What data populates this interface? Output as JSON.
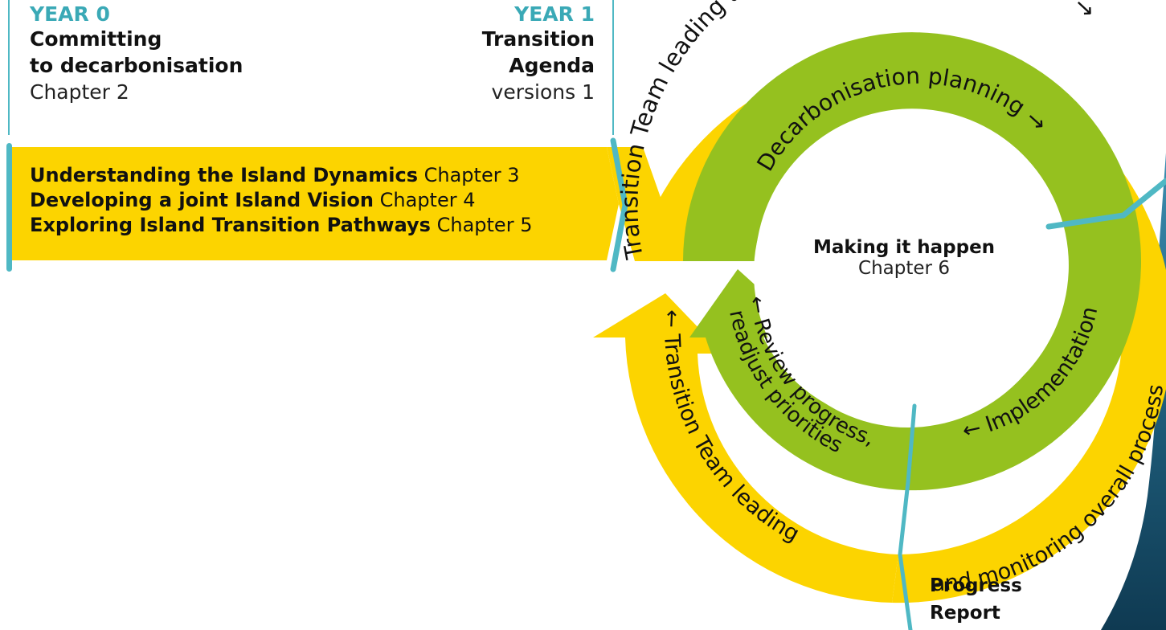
{
  "milestones": {
    "year0": {
      "year": "YEAR 0",
      "title_line1": "Committing",
      "title_line2": "to decarbonisation",
      "chapter": "Chapter 2"
    },
    "year1": {
      "year": "YEAR 1",
      "title_line1": "Transition",
      "title_line2": "Agenda",
      "chapter": "versions 1"
    }
  },
  "banner": {
    "items": [
      {
        "bold": "Understanding the Island Dynamics",
        "chapter": "Chapter 3"
      },
      {
        "bold": "Developing a joint Island Vision",
        "chapter": "Chapter 4"
      },
      {
        "bold": "Exploring Island Transition Pathways",
        "chapter": "Chapter 5"
      }
    ]
  },
  "cycle": {
    "center_title": "Making it happen",
    "center_chapter": "Chapter 6",
    "outer_top_label": "Transition Team leading and monitoring overall process →",
    "outer_right_label": "and monitoring overall process",
    "outer_bottom_label": "← Transition Team leading",
    "inner_top_label": "Decarbonisation planning →",
    "inner_right_label": "← Implementation",
    "inner_left_line1": "← Review progress,",
    "inner_left_line2": "readjust priorities"
  },
  "progress_report": {
    "line1": "Progress",
    "line2": "Report"
  },
  "colors": {
    "yellow": "#fcd400",
    "green": "#95c11f",
    "teal": "#4fb8c4",
    "sea": "#1f5f7d"
  }
}
